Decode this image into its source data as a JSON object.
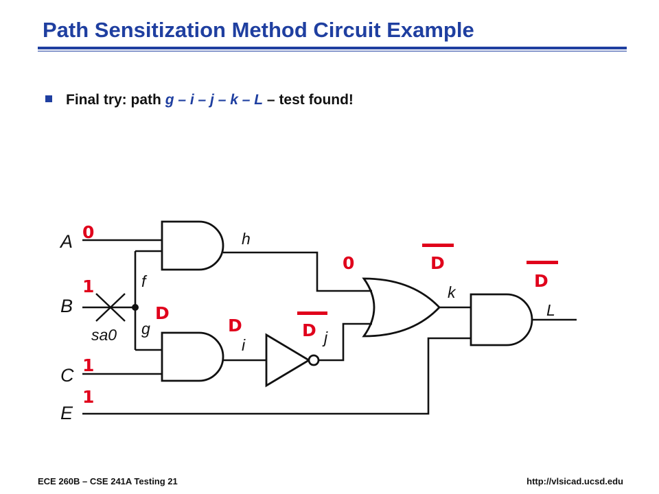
{
  "slide": {
    "title": "Path Sensitization Method Circuit Example",
    "bullet": {
      "prefix": "Final try: path ",
      "path": "g – i – j – k – L",
      "suffix": " – test found!"
    }
  },
  "circuit": {
    "inputs": [
      "A",
      "B",
      "C",
      "E"
    ],
    "nets": [
      "h",
      "f",
      "g",
      "i",
      "j",
      "k",
      "L"
    ],
    "fault_label": "sa0",
    "values": {
      "A": "0",
      "B": "1",
      "C": "1",
      "E": "1",
      "g": "D",
      "i": "D",
      "j": "D",
      "h_or": "0",
      "k": "D",
      "L": "D"
    },
    "overbars": [
      "j",
      "k",
      "L"
    ],
    "colors": {
      "signal": "#e0001b",
      "title": "#1f3fa0",
      "wire": "#111111"
    }
  },
  "footer": {
    "left": "ECE 260B – CSE 241A Testing 21",
    "right": "http://vlsicad.ucsd.edu"
  }
}
